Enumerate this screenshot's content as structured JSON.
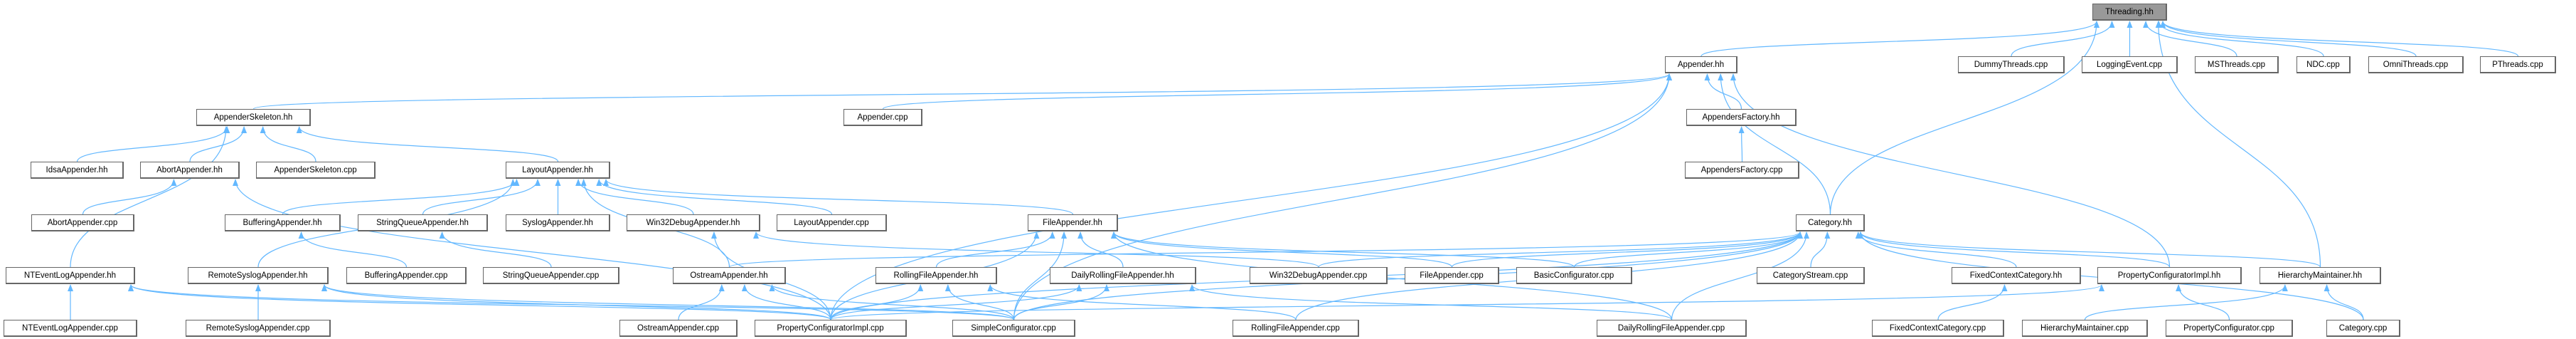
{
  "colors": {
    "edge": "#63b8ff",
    "root_fill": "#999999",
    "node_border": "#666666"
  },
  "nodes": [
    {
      "id": "threading_hh",
      "label": "Threading.hh",
      "root": true
    },
    {
      "id": "appender_hh",
      "label": "Appender.hh"
    },
    {
      "id": "dummythreads_cpp",
      "label": "DummyThreads.cpp"
    },
    {
      "id": "loggingevent_cpp",
      "label": "LoggingEvent.cpp"
    },
    {
      "id": "msthreads_cpp",
      "label": "MSThreads.cpp"
    },
    {
      "id": "ndc_cpp",
      "label": "NDC.cpp"
    },
    {
      "id": "omnithreads_cpp",
      "label": "OmniThreads.cpp"
    },
    {
      "id": "pthreads_cpp",
      "label": "PThreads.cpp"
    },
    {
      "id": "appenderskeleton_hh",
      "label": "AppenderSkeleton.hh"
    },
    {
      "id": "appender_cpp",
      "label": "Appender.cpp"
    },
    {
      "id": "appendersfactory_hh",
      "label": "AppendersFactory.hh"
    },
    {
      "id": "idsaappender_hh",
      "label": "IdsaAppender.hh"
    },
    {
      "id": "abortappender_hh",
      "label": "AbortAppender.hh"
    },
    {
      "id": "appenderskeleton_cpp",
      "label": "AppenderSkeleton.cpp"
    },
    {
      "id": "layoutappender_hh",
      "label": "LayoutAppender.hh"
    },
    {
      "id": "appendersfactory_cpp",
      "label": "AppendersFactory.cpp"
    },
    {
      "id": "abortappender_cpp",
      "label": "AbortAppender.cpp"
    },
    {
      "id": "bufferingappender_hh",
      "label": "BufferingAppender.hh"
    },
    {
      "id": "stringqueueappender_hh",
      "label": "StringQueueAppender.hh"
    },
    {
      "id": "syslogappender_hh",
      "label": "SyslogAppender.hh"
    },
    {
      "id": "win32debugappender_hh",
      "label": "Win32DebugAppender.hh"
    },
    {
      "id": "layoutappender_cpp",
      "label": "LayoutAppender.cpp"
    },
    {
      "id": "fileappender_hh",
      "label": "FileAppender.hh"
    },
    {
      "id": "category_hh",
      "label": "Category.hh"
    },
    {
      "id": "nteventlogappender_hh",
      "label": "NTEventLogAppender.hh"
    },
    {
      "id": "remotesyslogappender_hh",
      "label": "RemoteSyslogAppender.hh"
    },
    {
      "id": "bufferingappender_cpp",
      "label": "BufferingAppender.cpp"
    },
    {
      "id": "stringqueueappender_cpp",
      "label": "StringQueueAppender.cpp"
    },
    {
      "id": "ostreamappender_hh",
      "label": "OstreamAppender.hh"
    },
    {
      "id": "rollingfileappender_hh",
      "label": "RollingFileAppender.hh"
    },
    {
      "id": "dailyrollingfileappender_hh",
      "label": "DailyRollingFileAppender.hh"
    },
    {
      "id": "win32debugappender_cpp",
      "label": "Win32DebugAppender.cpp"
    },
    {
      "id": "fileappender_cpp",
      "label": "FileAppender.cpp"
    },
    {
      "id": "basicconfigurator_cpp",
      "label": "BasicConfigurator.cpp"
    },
    {
      "id": "categorystream_cpp",
      "label": "CategoryStream.cpp"
    },
    {
      "id": "fixedcontextcategory_hh",
      "label": "FixedContextCategory.hh"
    },
    {
      "id": "propertyconfiguratorimpl_hh",
      "label": "PropertyConfiguratorImpl.hh"
    },
    {
      "id": "hierarchymaintainer_hh",
      "label": "HierarchyMaintainer.hh"
    },
    {
      "id": "nteventlogappender_cpp",
      "label": "NTEventLogAppender.cpp"
    },
    {
      "id": "remotesyslogappender_cpp",
      "label": "RemoteSyslogAppender.cpp"
    },
    {
      "id": "ostreamappender_cpp",
      "label": "OstreamAppender.cpp"
    },
    {
      "id": "propertyconfiguratorimpl_cpp",
      "label": "PropertyConfiguratorImpl.cpp"
    },
    {
      "id": "simpleconfigurator_cpp",
      "label": "SimpleConfigurator.cpp"
    },
    {
      "id": "rollingfileappender_cpp",
      "label": "RollingFileAppender.cpp"
    },
    {
      "id": "dailyrollingfileappender_cpp",
      "label": "DailyRollingFileAppender.cpp"
    },
    {
      "id": "fixedcontextcategory_cpp",
      "label": "FixedContextCategory.cpp"
    },
    {
      "id": "hierarchymaintainer_cpp",
      "label": "HierarchyMaintainer.cpp"
    },
    {
      "id": "propertyconfigurator_cpp",
      "label": "PropertyConfigurator.cpp"
    },
    {
      "id": "category_cpp",
      "label": "Category.cpp"
    }
  ],
  "edges": [
    [
      "appender_hh",
      "threading_hh"
    ],
    [
      "dummythreads_cpp",
      "threading_hh"
    ],
    [
      "loggingevent_cpp",
      "threading_hh"
    ],
    [
      "msthreads_cpp",
      "threading_hh"
    ],
    [
      "ndc_cpp",
      "threading_hh"
    ],
    [
      "omnithreads_cpp",
      "threading_hh"
    ],
    [
      "pthreads_cpp",
      "threading_hh"
    ],
    [
      "category_hh",
      "threading_hh"
    ],
    [
      "hierarchymaintainer_hh",
      "threading_hh"
    ],
    [
      "appenderskeleton_hh",
      "appender_hh"
    ],
    [
      "appender_cpp",
      "appender_hh"
    ],
    [
      "appendersfactory_hh",
      "appender_hh"
    ],
    [
      "category_hh",
      "appender_hh"
    ],
    [
      "propertyconfiguratorimpl_hh",
      "appender_hh"
    ],
    [
      "propertyconfiguratorimpl_cpp",
      "appender_hh"
    ],
    [
      "simpleconfigurator_cpp",
      "appender_hh"
    ],
    [
      "appendersfactory_cpp",
      "appendersfactory_hh"
    ],
    [
      "idsaappender_hh",
      "appenderskeleton_hh"
    ],
    [
      "abortappender_hh",
      "appenderskeleton_hh"
    ],
    [
      "appenderskeleton_cpp",
      "appenderskeleton_hh"
    ],
    [
      "layoutappender_hh",
      "appenderskeleton_hh"
    ],
    [
      "nteventlogappender_hh",
      "appenderskeleton_hh"
    ],
    [
      "abortappender_cpp",
      "abortappender_hh"
    ],
    [
      "propertyconfiguratorimpl_cpp",
      "abortappender_hh"
    ],
    [
      "bufferingappender_hh",
      "layoutappender_hh"
    ],
    [
      "stringqueueappender_hh",
      "layoutappender_hh"
    ],
    [
      "syslogappender_hh",
      "layoutappender_hh"
    ],
    [
      "win32debugappender_hh",
      "layoutappender_hh"
    ],
    [
      "layoutappender_cpp",
      "layoutappender_hh"
    ],
    [
      "remotesyslogappender_hh",
      "layoutappender_hh"
    ],
    [
      "fileappender_hh",
      "layoutappender_hh"
    ],
    [
      "ostreamappender_hh",
      "layoutappender_hh"
    ],
    [
      "bufferingappender_cpp",
      "bufferingappender_hh"
    ],
    [
      "stringqueueappender_cpp",
      "stringqueueappender_hh"
    ],
    [
      "win32debugappender_cpp",
      "win32debugappender_hh"
    ],
    [
      "propertyconfiguratorimpl_cpp",
      "win32debugappender_hh"
    ],
    [
      "nteventlogappender_cpp",
      "nteventlogappender_hh"
    ],
    [
      "propertyconfiguratorimpl_cpp",
      "nteventlogappender_hh"
    ],
    [
      "simpleconfigurator_cpp",
      "nteventlogappender_hh"
    ],
    [
      "remotesyslogappender_cpp",
      "remotesyslogappender_hh"
    ],
    [
      "propertyconfiguratorimpl_cpp",
      "remotesyslogappender_hh"
    ],
    [
      "simpleconfigurator_cpp",
      "remotesyslogappender_hh"
    ],
    [
      "ostreamappender_cpp",
      "ostreamappender_hh"
    ],
    [
      "propertyconfiguratorimpl_cpp",
      "ostreamappender_hh"
    ],
    [
      "simpleconfigurator_cpp",
      "ostreamappender_hh"
    ],
    [
      "rollingfileappender_hh",
      "fileappender_hh"
    ],
    [
      "dailyrollingfileappender_hh",
      "fileappender_hh"
    ],
    [
      "fileappender_cpp",
      "fileappender_hh"
    ],
    [
      "basicconfigurator_cpp",
      "fileappender_hh"
    ],
    [
      "propertyconfiguratorimpl_cpp",
      "fileappender_hh"
    ],
    [
      "simpleconfigurator_cpp",
      "fileappender_hh"
    ],
    [
      "dailyrollingfileappender_cpp",
      "fileappender_hh"
    ],
    [
      "rollingfileappender_cpp",
      "rollingfileappender_hh"
    ],
    [
      "propertyconfiguratorimpl_cpp",
      "rollingfileappender_hh"
    ],
    [
      "simpleconfigurator_cpp",
      "rollingfileappender_hh"
    ],
    [
      "dailyrollingfileappender_cpp",
      "dailyrollingfileappender_hh"
    ],
    [
      "propertyconfiguratorimpl_cpp",
      "dailyrollingfileappender_hh"
    ],
    [
      "simpleconfigurator_cpp",
      "dailyrollingfileappender_hh"
    ],
    [
      "categorystream_cpp",
      "category_hh"
    ],
    [
      "fixedcontextcategory_hh",
      "category_hh"
    ],
    [
      "propertyconfiguratorimpl_hh",
      "category_hh"
    ],
    [
      "hierarchymaintainer_hh",
      "category_hh"
    ],
    [
      "category_cpp",
      "category_hh"
    ],
    [
      "win32debugappender_cpp",
      "category_hh"
    ],
    [
      "fileappender_cpp",
      "category_hh"
    ],
    [
      "basicconfigurator_cpp",
      "category_hh"
    ],
    [
      "propertyconfiguratorimpl_cpp",
      "category_hh"
    ],
    [
      "simpleconfigurator_cpp",
      "category_hh"
    ],
    [
      "rollingfileappender_cpp",
      "category_hh"
    ],
    [
      "dailyrollingfileappender_cpp",
      "category_hh"
    ],
    [
      "ostreamappender_hh",
      "category_hh"
    ],
    [
      "fixedcontextcategory_cpp",
      "fixedcontextcategory_hh"
    ],
    [
      "propertyconfigurator_cpp",
      "propertyconfiguratorimpl_hh"
    ],
    [
      "propertyconfiguratorimpl_cpp",
      "propertyconfiguratorimpl_hh"
    ],
    [
      "hierarchymaintainer_cpp",
      "hierarchymaintainer_hh"
    ],
    [
      "category_cpp",
      "hierarchymaintainer_hh"
    ]
  ]
}
